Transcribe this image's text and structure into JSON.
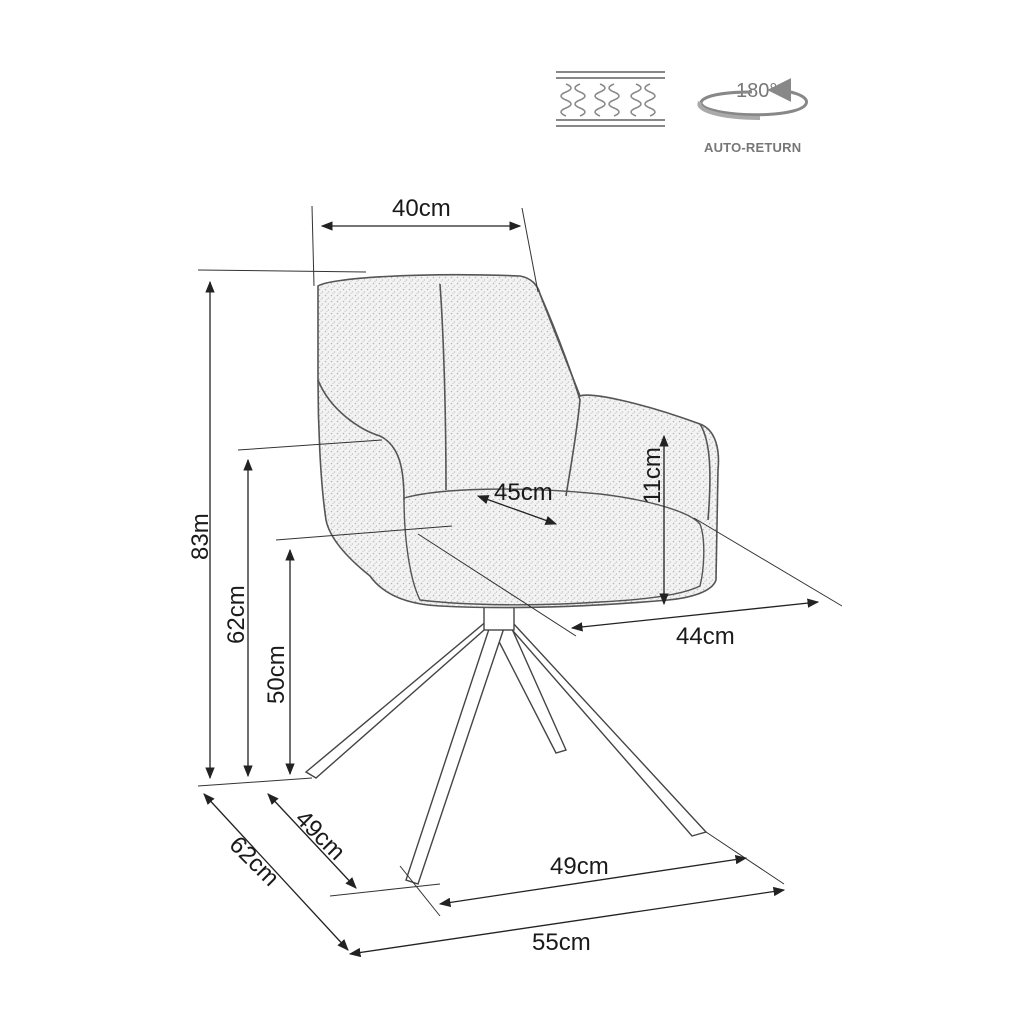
{
  "icons": {
    "spring": {
      "name": "pocket-spring-icon"
    },
    "rotation": {
      "name": "rotation-180-icon",
      "degrees": "180°",
      "caption": "AUTO-RETURN"
    }
  },
  "dimensions": {
    "backrest_width": "40cm",
    "seat_depth": "45cm",
    "armrest_height": "11cm",
    "seat_width": "44cm",
    "total_height": "83m",
    "armrest_floor_height": "62cm",
    "seat_floor_height": "50cm",
    "leg_span_left": "49cm",
    "leg_span_front": "49cm",
    "overall_depth": "62cm",
    "overall_width": "55cm"
  },
  "colors": {
    "line": "#222222",
    "fabric": "#9a9a9a",
    "icon": "#888888"
  }
}
